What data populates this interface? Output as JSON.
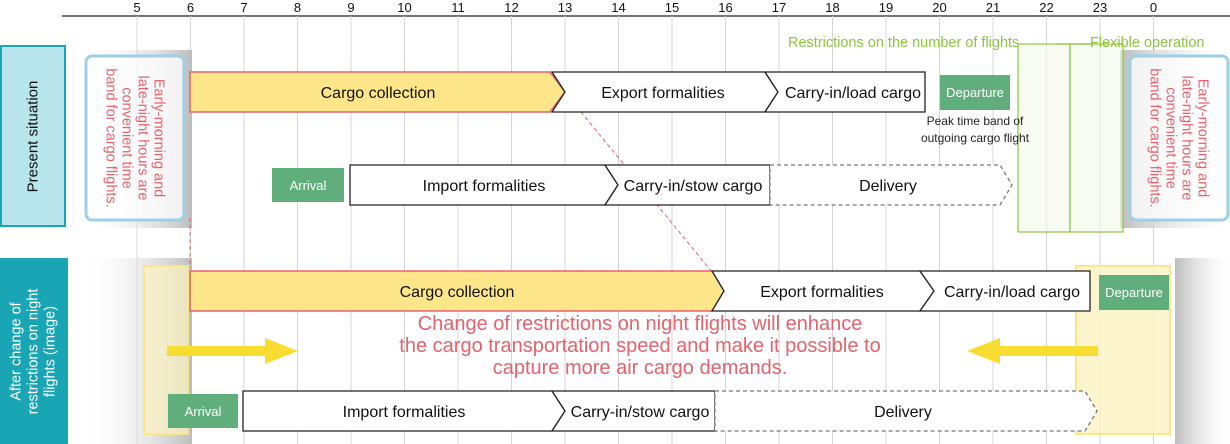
{
  "hours": [
    "5",
    "6",
    "7",
    "8",
    "9",
    "10",
    "11",
    "12",
    "13",
    "14",
    "15",
    "16",
    "17",
    "18",
    "19",
    "20",
    "21",
    "22",
    "23",
    "0"
  ],
  "rows": {
    "present": "Present situation",
    "after_line1": "After change of",
    "after_line2": "restrictions on night",
    "after_line3": "flights (image)"
  },
  "side_note": "Early-morning and\nlate-night hours are\nconvenient time\nband for cargo flights.",
  "present": {
    "cargo_collection": "Cargo collection",
    "export_formalities": "Export formalities",
    "carry_in_load": "Carry-in/load cargo",
    "departure": "Departure",
    "peak_note": "Peak time band of\noutgoing cargo flight",
    "arrival": "Arrival",
    "import_formalities": "Import formalities",
    "carry_in_stow": "Carry-in/stow cargo",
    "delivery": "Delivery"
  },
  "green_labels": {
    "restrictions": "Restrictions on the number of flights",
    "flexible": "Flexible operation"
  },
  "after": {
    "cargo_collection": "Cargo collection",
    "export_formalities": "Export formalities",
    "carry_in_load": "Carry-in/load cargo",
    "departure": "Departure",
    "arrival": "Arrival",
    "import_formalities": "Import formalities",
    "carry_in_stow": "Carry-in/stow cargo",
    "delivery": "Delivery"
  },
  "message": "Change of restrictions on night flights will enhance\nthe cargo transportation speed and make it possible to\ncapture more air cargo demands.",
  "colors": {
    "teal": "#1aa5b5",
    "teal_light": "#b9e6ec",
    "yellow": "#fde58a",
    "yellow_light": "#fdf3c1",
    "pink": "#e8616d",
    "green_box": "#5fae7b",
    "lime": "#8cc63f",
    "arrow_yellow": "#f9dc32"
  }
}
